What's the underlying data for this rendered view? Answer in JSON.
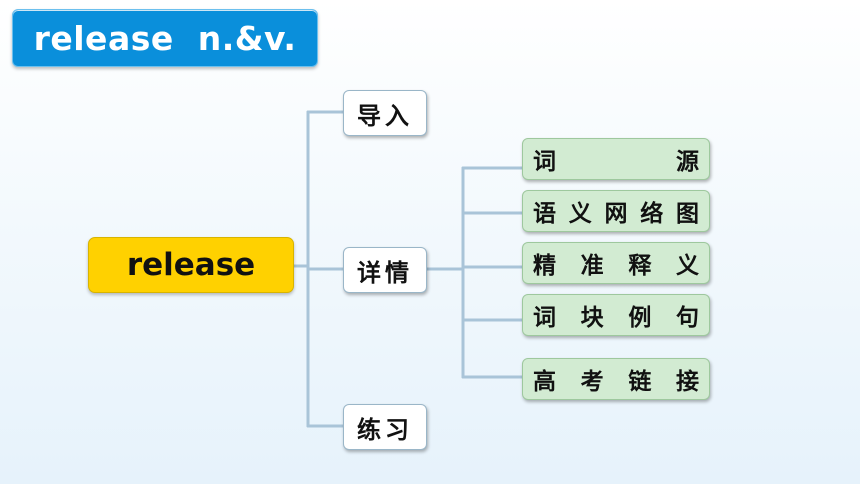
{
  "title": "release  n.&v.",
  "root": {
    "label": "release"
  },
  "branches": [
    {
      "label": "导入"
    },
    {
      "label": "详情"
    },
    {
      "label": "练习"
    }
  ],
  "details": [
    {
      "label": "词源",
      "chars": [
        "词",
        "源"
      ]
    },
    {
      "label": "语义网络图",
      "chars": [
        "语",
        "义",
        "网",
        "络",
        "图"
      ]
    },
    {
      "label": "精准释义",
      "chars": [
        "精",
        "准",
        "释",
        "义"
      ]
    },
    {
      "label": "词块例句",
      "chars": [
        "词",
        "块",
        "例",
        "句"
      ]
    },
    {
      "label": "高考链接",
      "chars": [
        "高",
        "考",
        "链",
        "接"
      ]
    }
  ],
  "colors": {
    "title_bg": "#0a8fdb",
    "root_bg": "#ffd100",
    "leaf_bg": "#d2ebd2",
    "connector": "#a9c4d8"
  }
}
